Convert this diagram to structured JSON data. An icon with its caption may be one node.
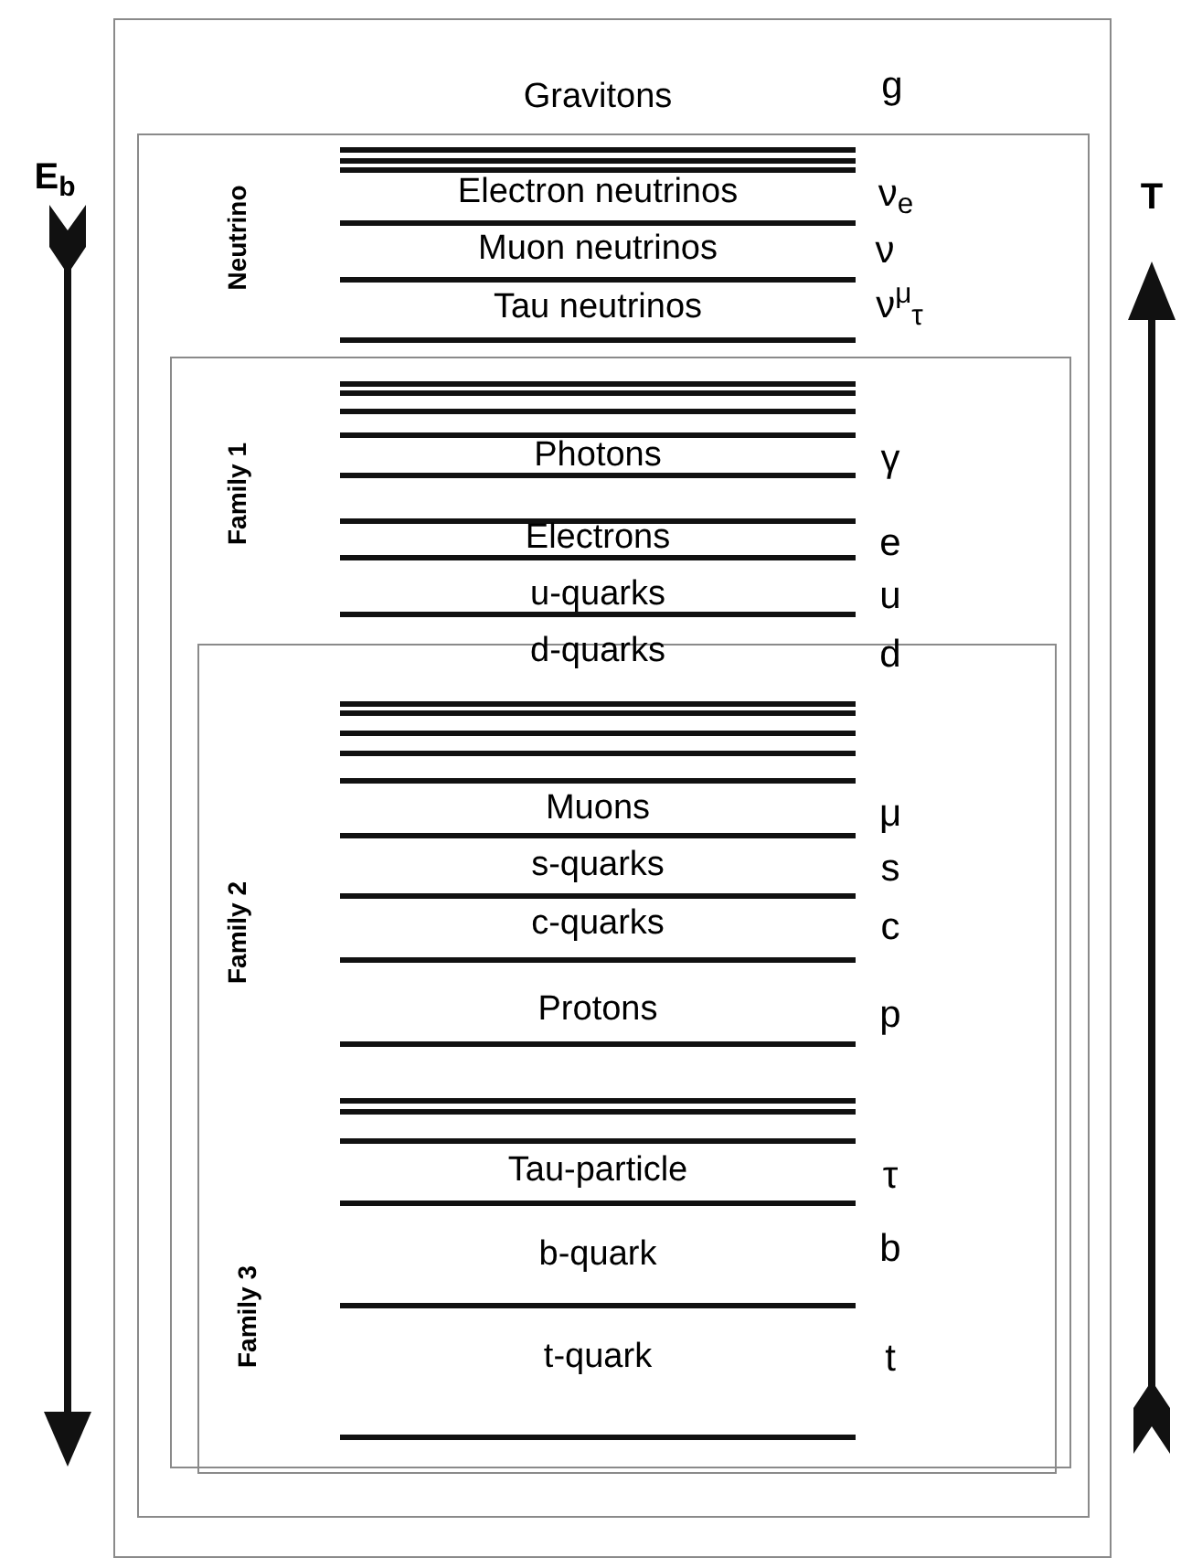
{
  "diagram": {
    "nodes": [
      {
        "text": [],
        "shape": "box"
      },
      {
        "text": [
          "Neutrino"
        ],
        "in": 0
      },
      {
        "text": [
          "Family 1"
        ],
        "in": 1
      },
      {
        "text": [
          "Family 2"
        ],
        "in": 2
      }
    ],
    "edges": [],
    "labels": [
      "Gravitons",
      "g",
      "E$_{b}$",
      "Electron neutrinos",
      "ν$_{e}$",
      "T",
      "Muon neutrinos",
      "ν",
      "Tau neutrinos",
      "ν$^{μ}$$_{τ}$",
      "Photons",
      "γ",
      "Electrons",
      "e",
      "u-quarks",
      "u",
      "d-quarks",
      "d",
      "Muons",
      "μ",
      "s-quarks",
      "s",
      "c-quarks",
      "c",
      "Protons",
      "p",
      "Tau-particle",
      "τ",
      "b-quark",
      "b",
      "Family 3",
      "t-quark",
      "t"
    ]
  }
}
